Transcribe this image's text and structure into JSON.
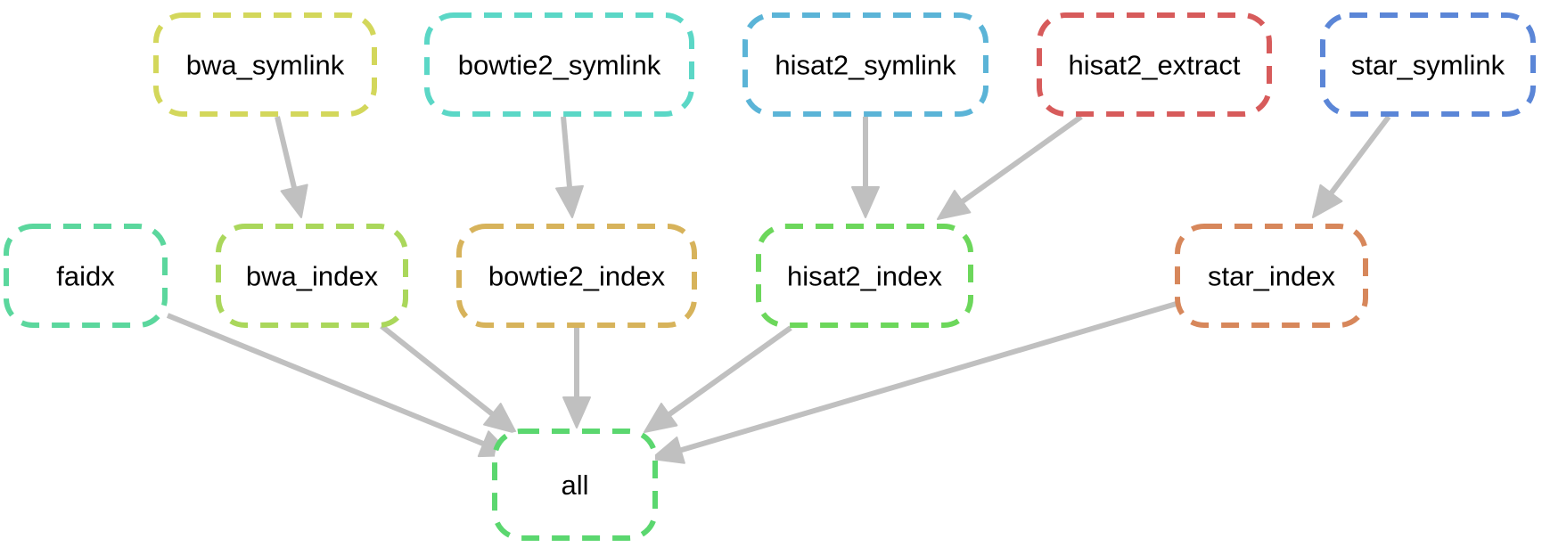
{
  "nodes": [
    {
      "id": "bwa_symlink",
      "label": "bwa_symlink",
      "color": "#d3d75b"
    },
    {
      "id": "bowtie2_symlink",
      "label": "bowtie2_symlink",
      "color": "#5bd7c6"
    },
    {
      "id": "hisat2_symlink",
      "label": "hisat2_symlink",
      "color": "#5bb4d7"
    },
    {
      "id": "hisat2_extract",
      "label": "hisat2_extract",
      "color": "#d75b5b"
    },
    {
      "id": "star_symlink",
      "label": "star_symlink",
      "color": "#5b86d7"
    },
    {
      "id": "faidx",
      "label": "faidx",
      "color": "#5bd79d"
    },
    {
      "id": "bwa_index",
      "label": "bwa_index",
      "color": "#aad75b"
    },
    {
      "id": "bowtie2_index",
      "label": "bowtie2_index",
      "color": "#d7b35b"
    },
    {
      "id": "hisat2_index",
      "label": "hisat2_index",
      "color": "#6cd75b"
    },
    {
      "id": "star_index",
      "label": "star_index",
      "color": "#d7875b"
    },
    {
      "id": "all",
      "label": "all",
      "color": "#5bd76f"
    }
  ],
  "edges": [
    {
      "from": "bwa_symlink",
      "to": "bwa_index"
    },
    {
      "from": "bowtie2_symlink",
      "to": "bowtie2_index"
    },
    {
      "from": "hisat2_symlink",
      "to": "hisat2_index"
    },
    {
      "from": "hisat2_extract",
      "to": "hisat2_index"
    },
    {
      "from": "star_symlink",
      "to": "star_index"
    },
    {
      "from": "faidx",
      "to": "all"
    },
    {
      "from": "bwa_index",
      "to": "all"
    },
    {
      "from": "bowtie2_index",
      "to": "all"
    },
    {
      "from": "hisat2_index",
      "to": "all"
    },
    {
      "from": "star_index",
      "to": "all"
    }
  ]
}
